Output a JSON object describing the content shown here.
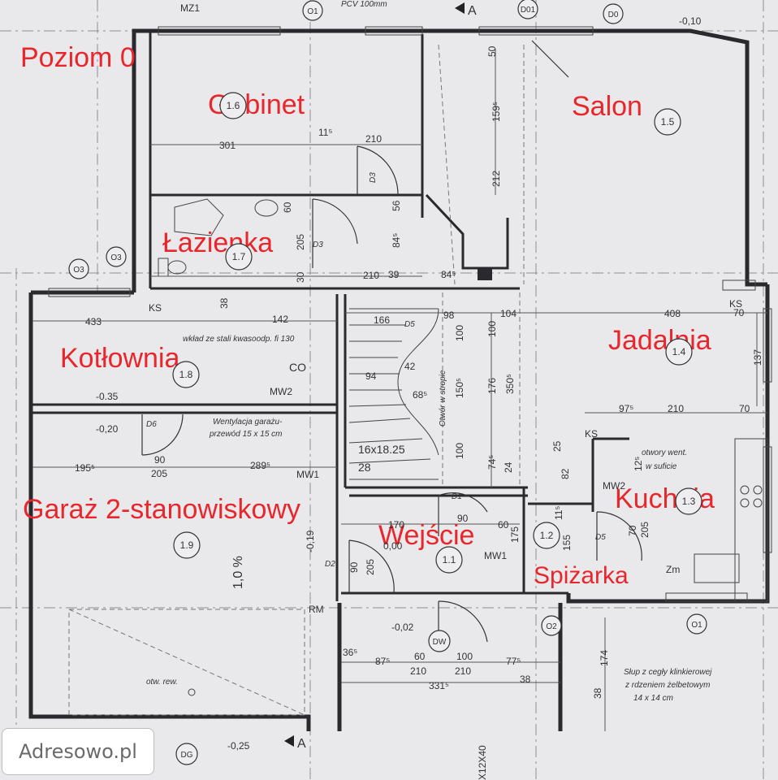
{
  "title": "Poziom 0",
  "rooms": [
    {
      "name": "Gabinet",
      "number": "1.6"
    },
    {
      "name": "Salon",
      "number": "1.5"
    },
    {
      "name": "Łazienka",
      "number": "1.7"
    },
    {
      "name": "Kotłownia",
      "number": "1.8"
    },
    {
      "name": "Jadalnia",
      "number": "1.4"
    },
    {
      "name": "Garaż 2-stanowiskowy",
      "number": "1.9"
    },
    {
      "name": "Wejście",
      "number": "1.1"
    },
    {
      "name": "Kuchnia",
      "number": "1.3"
    },
    {
      "name": "Spiżarka",
      "number": "1.2"
    }
  ],
  "grid_labels": [
    "O1",
    "D01",
    "D0",
    "O3",
    "O3",
    "O2",
    "O1",
    "DG",
    "DW"
  ],
  "header": {
    "mz": "MZ1",
    "pcv": "PCV 100mm",
    "section": "A",
    "level_top": "-0,10"
  },
  "dimensions": {
    "d301": "301",
    "d210a": "210",
    "d11": "11⁵",
    "d212": "212",
    "d159": "159⁵",
    "d50": "50",
    "d205a": "205",
    "d60a": "60",
    "d84a": "84⁵",
    "d56": "56",
    "d210b": "210",
    "d84b": "84⁵",
    "d30": "30",
    "d39": "39",
    "d433": "433",
    "d142": "142",
    "d38a": "38",
    "d166": "166",
    "d98": "98",
    "d104": "104",
    "d408": "408",
    "d70a": "70",
    "d137": "137",
    "d94": "94",
    "d100a": "100",
    "d100b": "100",
    "d42": "42",
    "d68": "68⁵",
    "d176": "176",
    "d350": "350⁵",
    "d150": "150⁵",
    "d97": "97⁵",
    "d210c": "210",
    "d70b": "70",
    "d100c": "100",
    "d74": "74⁵",
    "d24": "24",
    "d25": "25",
    "d82": "82",
    "d12": "12⁵",
    "d195": "195⁵",
    "d90a": "90",
    "d205b": "205",
    "d289": "289⁵",
    "d170": "170",
    "d90b": "90",
    "d60b": "60",
    "d175": "175",
    "d155": "155",
    "d70c": "70",
    "d205c": "205",
    "d11b": "11⁵",
    "d90c": "90",
    "d205d": "205",
    "d36": "36⁵",
    "d87": "87⁵",
    "d60c": "60",
    "d100d": "100",
    "d77": "77⁵",
    "d210d": "210",
    "d210e": "210",
    "d331": "331⁵",
    "d38b": "38",
    "d174": "174",
    "d38c": "38",
    "d40": "X12X40"
  },
  "labels": {
    "ks1": "KS",
    "ks2": "KS",
    "ks3": "KS",
    "d3a": "D3",
    "d3b": "D3",
    "d5a": "D5",
    "d5b": "D5",
    "d6": "D6",
    "d1": "D1",
    "d2": "D2",
    "mw2a": "MW2",
    "mw2b": "MW2",
    "mw1a": "MW1",
    "mw1b": "MW1",
    "liner": "wkład ze stali kwasoodp. fi 130",
    "vent1": "Wentylacja garażu-",
    "vent2": "przewód 15 x 15 cm",
    "opening": "Otwór w stropie",
    "stairs": "16x18.25",
    "steps": "28",
    "vent_top": "otwory went.",
    "vent_bottom": "w suficie",
    "slope": "1,0 %",
    "rm": "RM",
    "otw": "otw. rew.",
    "zm": "Zm",
    "post1": "Słup z cegły klinkierowej",
    "post2": "z rdzeniem żelbetowym",
    "post3": "14 x 14 cm",
    "lvl_k": "-0.35",
    "lvl_g": "-0,20",
    "lvl_g2": "-0,19",
    "lvl_w": "0,00",
    "lvl_e": "-0,02",
    "lvl_b": "-0,25",
    "co": "CO",
    "section_b": "A"
  },
  "watermark": "Adresowo.pl"
}
